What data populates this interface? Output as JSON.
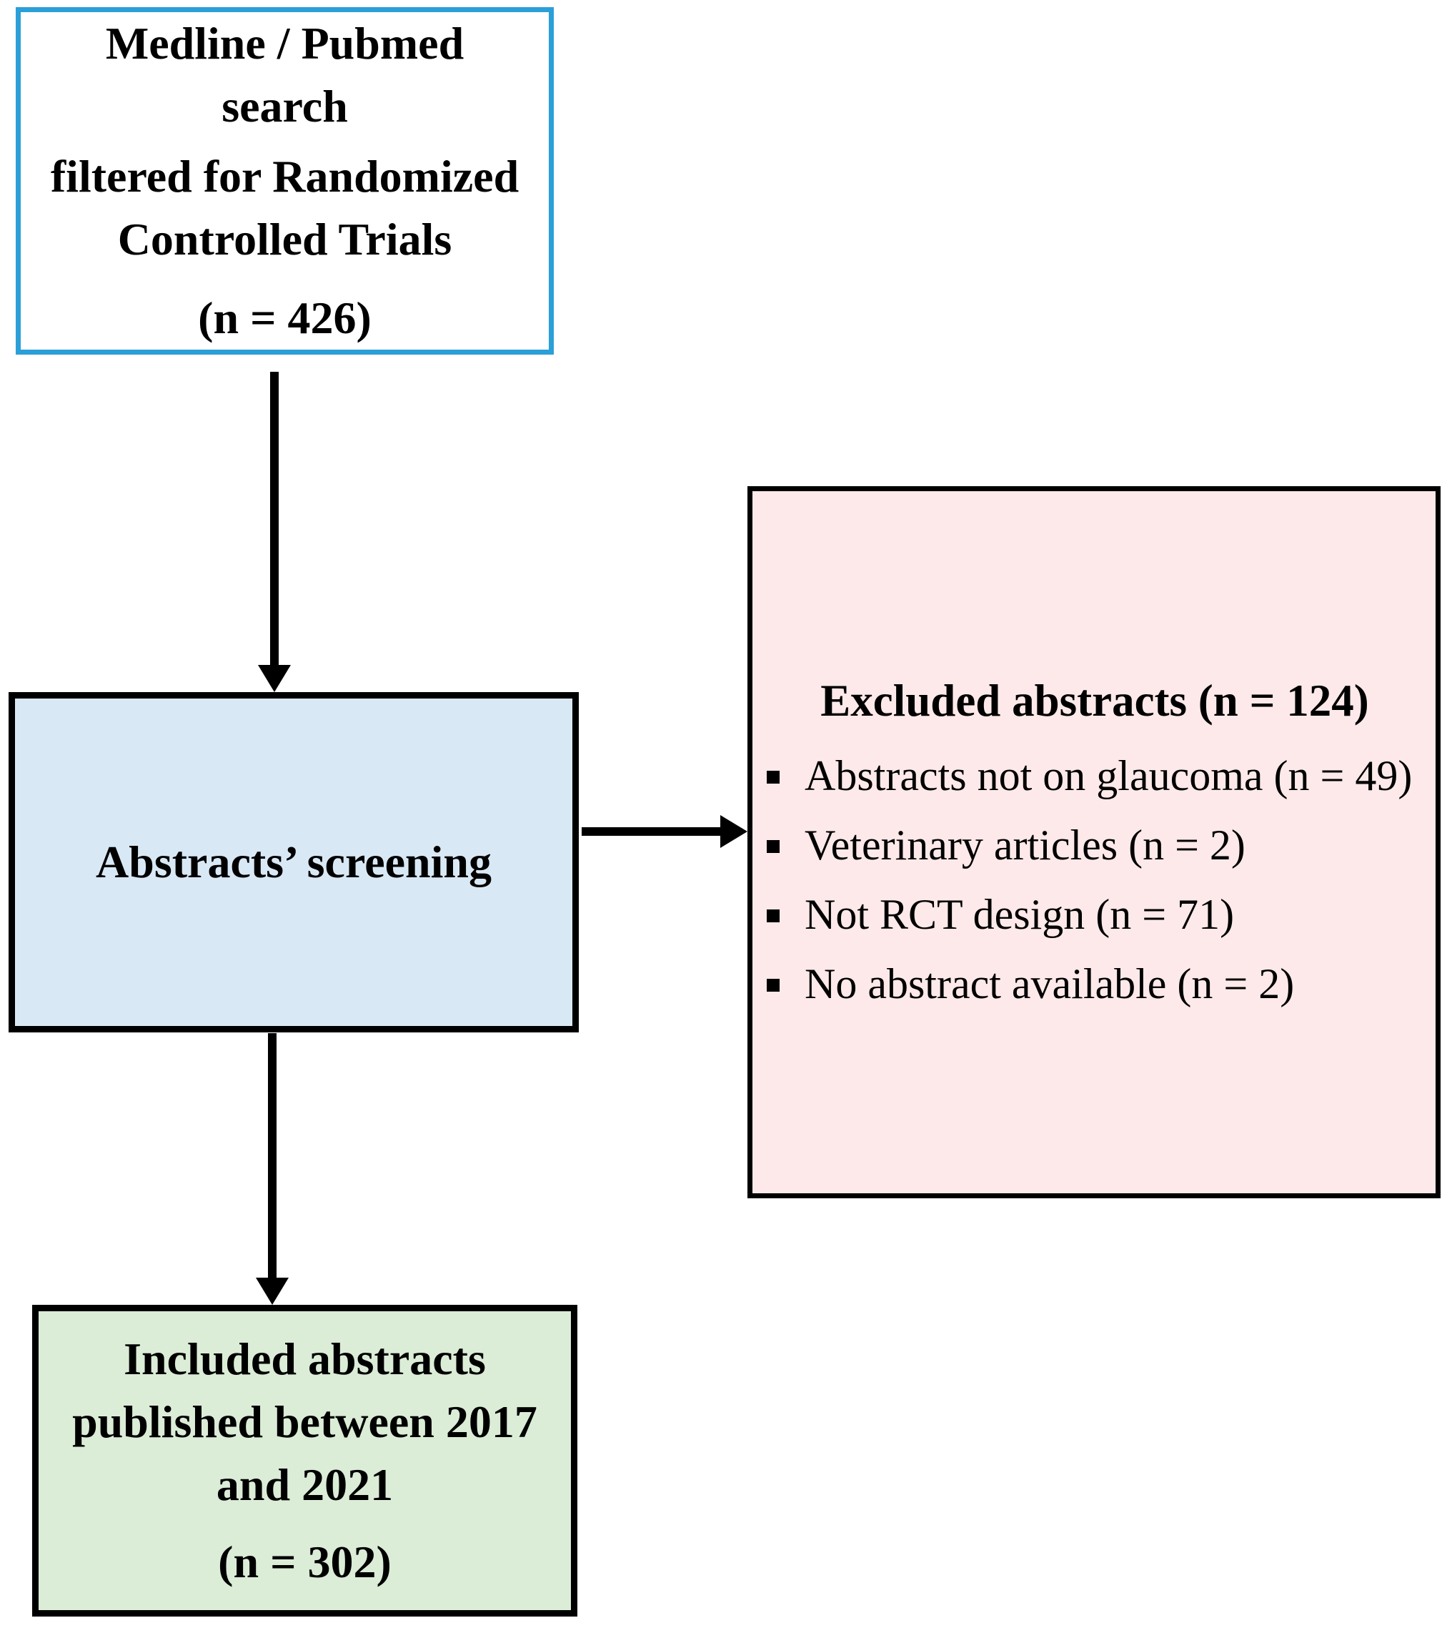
{
  "flowchart": {
    "search_box": {
      "line1": "Medline / Pubmed",
      "line2": "search",
      "line3": "filtered for Randomized",
      "line4": "Controlled Trials",
      "count": "(n = 426)"
    },
    "screening_box": {
      "label": "Abstracts’ screening"
    },
    "excluded_box": {
      "title": "Excluded abstracts (n = 124)",
      "items": [
        "Abstracts not on glaucoma (n = 49)",
        "Veterinary articles (n = 2)",
        "Not RCT design (n = 71)",
        "No abstract available (n = 2)"
      ]
    },
    "included_box": {
      "line1": "Included abstracts",
      "line2": "published between 2017",
      "line3": "and 2021",
      "count": "(n = 302)"
    }
  },
  "colors": {
    "search_box_border": "#2b9fd8",
    "screening_box_fill": "#d9e8f5",
    "excluded_box_fill": "#fde9e9",
    "included_box_fill": "#dbecd7",
    "box_border": "#000000",
    "arrow": "#000000"
  }
}
